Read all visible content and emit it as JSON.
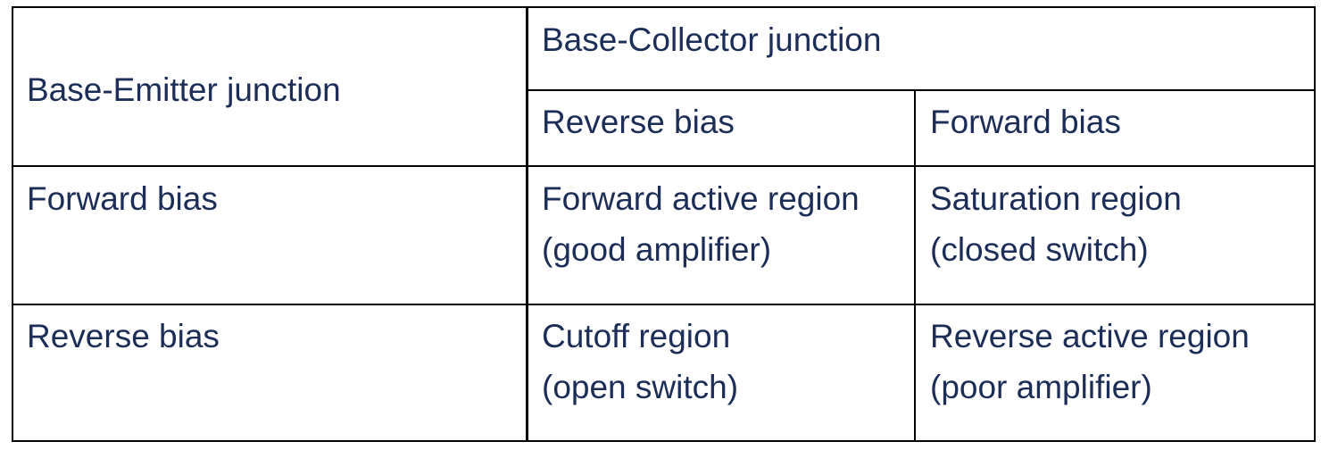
{
  "table": {
    "header": {
      "row_header": "Base-Emitter junction",
      "group_header": "Base-Collector junction",
      "col1": "Reverse bias",
      "col2": "Forward bias"
    },
    "rows": [
      {
        "label": "Forward bias",
        "col1_line1": "Forward active region",
        "col1_line2": "(good amplifier)",
        "col2_line1": "Saturation region",
        "col2_line2": "(closed switch)"
      },
      {
        "label": "Reverse bias",
        "col1_line1": "Cutoff region",
        "col1_line2": "(open switch)",
        "col2_line1": "Reverse active region",
        "col2_line2": "(poor amplifier)"
      }
    ]
  },
  "colors": {
    "text": "#1c2d57",
    "border": "#000000",
    "background": "#ffffff"
  }
}
